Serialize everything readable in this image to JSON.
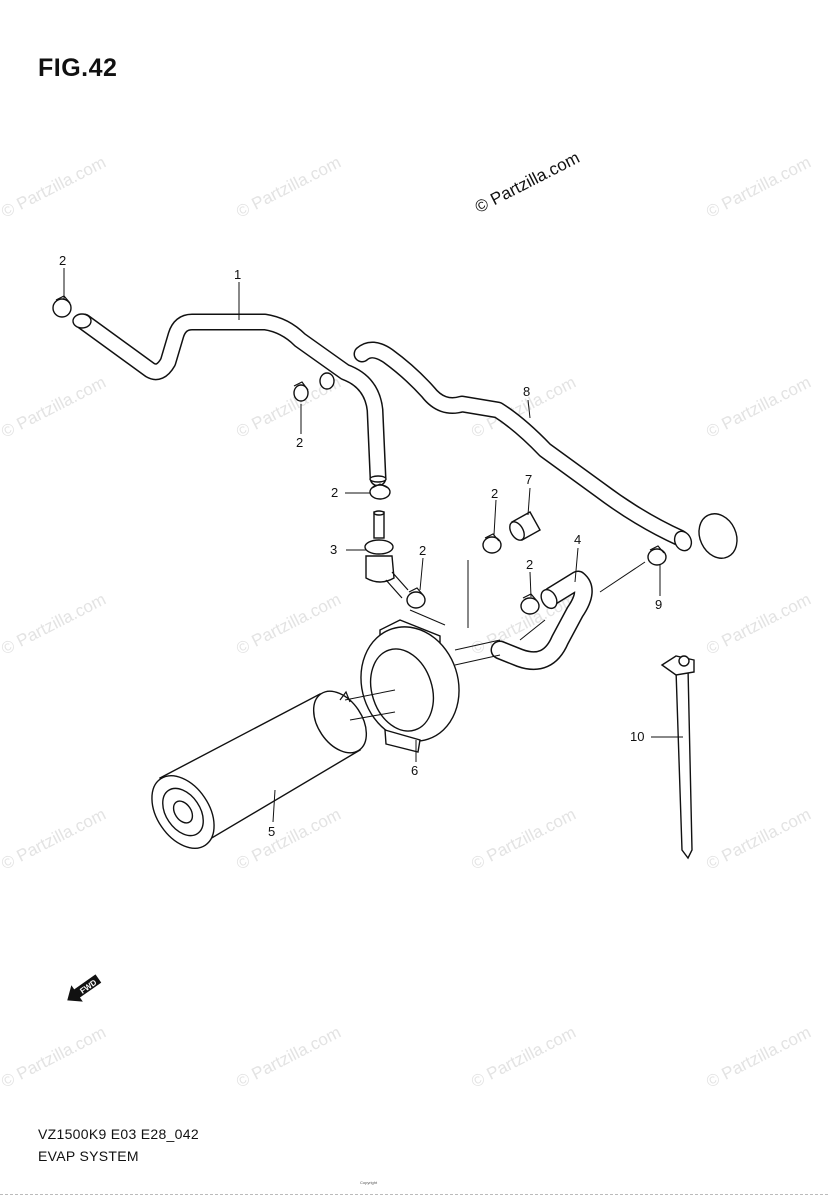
{
  "figure": {
    "title": "FIG.42",
    "brand": "© Partzilla.com",
    "model_code": "VZ1500K9 E03 E28_042",
    "section_name": "EVAP SYSTEM",
    "copyright": "Copyright"
  },
  "watermark": "© Partzilla.com",
  "fwd_arrow_label": "FWD",
  "callouts": [
    {
      "id": "1",
      "part": "hose"
    },
    {
      "id": "2",
      "part": "clamp"
    },
    {
      "id": "3",
      "part": "valve"
    },
    {
      "id": "4",
      "part": "hose"
    },
    {
      "id": "5",
      "part": "canister"
    },
    {
      "id": "6",
      "part": "bracket"
    },
    {
      "id": "7",
      "part": "cap"
    },
    {
      "id": "8",
      "part": "hose"
    },
    {
      "id": "9",
      "part": "clamp"
    },
    {
      "id": "10",
      "part": "tie"
    }
  ]
}
